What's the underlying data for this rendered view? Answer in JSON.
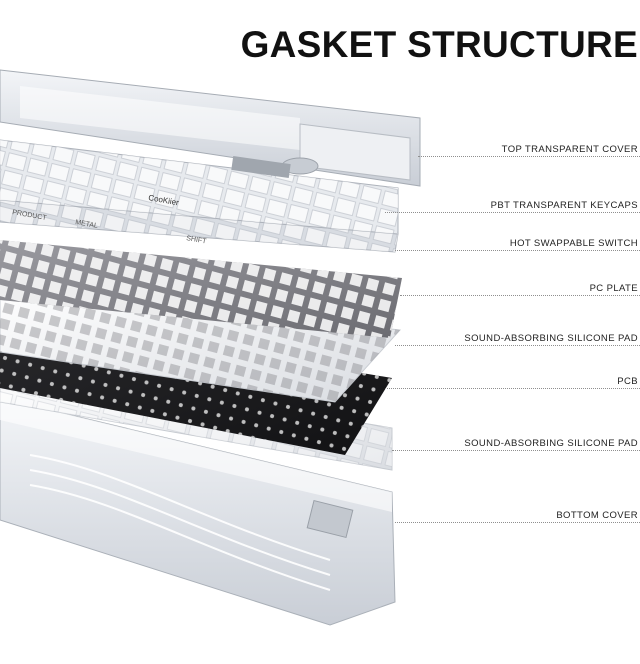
{
  "title": "GASKET STRUCTURE",
  "keycap_texts": [
    "CooKiier",
    "PRODUCT",
    "METAL",
    "SHIFT"
  ],
  "layers": [
    {
      "label": "TOP TRANSPARENT COVER"
    },
    {
      "label": "PBT TRANSPARENT KEYCAPS"
    },
    {
      "label": "HOT SWAPPABLE SWITCH"
    },
    {
      "label": "PC PLATE"
    },
    {
      "label": "SOUND-ABSORBING SILICONE PAD"
    },
    {
      "label": "PCB"
    },
    {
      "label": "SOUND-ABSORBING SILICONE PAD"
    },
    {
      "label": "BOTTOM COVER"
    }
  ],
  "colors": {
    "accent_dark": "#1b1b1b",
    "plate_gray": "#7d7d82",
    "pcb_black": "#1c1c1e",
    "transparent_body": "#dfe3e8",
    "silicone_white": "#f2f3f5"
  }
}
